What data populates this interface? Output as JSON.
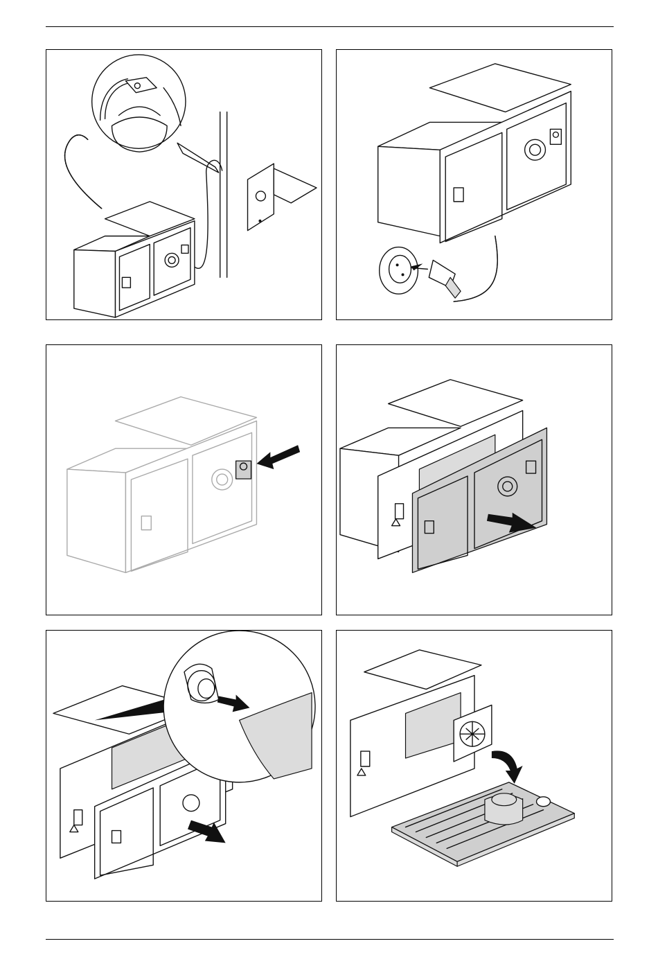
{
  "figure": {
    "panel_count": 6,
    "panels": [
      {
        "id": 1,
        "depicts": "appliance-with-hose-and-wall-bracket"
      },
      {
        "id": 2,
        "depicts": "appliance-plugged-into-socket"
      },
      {
        "id": 3,
        "depicts": "press-release-button"
      },
      {
        "id": 4,
        "depicts": "remove-front-cover"
      },
      {
        "id": 5,
        "depicts": "detach-filter-bag-from-inlet"
      },
      {
        "id": 6,
        "depicts": "remove-filter-holder-tray"
      }
    ]
  },
  "colors": {
    "line": "#111111",
    "highlight_fill": "#cfcfcf",
    "background": "#ffffff"
  },
  "icons": [
    "arrow-icon",
    "power-plug-icon",
    "wall-socket-icon",
    "warning-triangle-icon"
  ]
}
